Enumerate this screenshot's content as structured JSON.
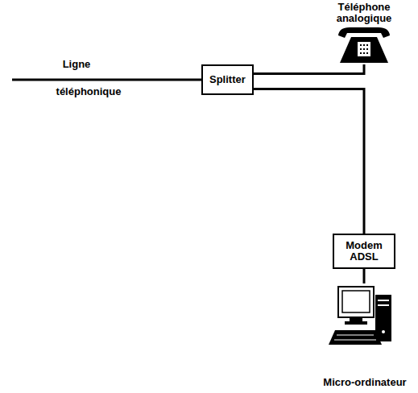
{
  "diagram": {
    "nodes": [
      {
        "text": [
          "Téléphone analogique"
        ]
      },
      {
        "text": [
          "Splitter"
        ]
      },
      {
        "text": [
          "Modem ADSL"
        ]
      },
      {
        "text": [
          "Micro-ordinateur"
        ]
      }
    ],
    "edges": [
      {
        "from": 1,
        "to": 0,
        "arrow": "none"
      },
      {
        "from": 1,
        "to": 2,
        "arrow": "none"
      },
      {
        "from": 2,
        "to": 3,
        "arrow": "none"
      }
    ],
    "labels": [
      "Ligne",
      "téléphonique"
    ]
  }
}
